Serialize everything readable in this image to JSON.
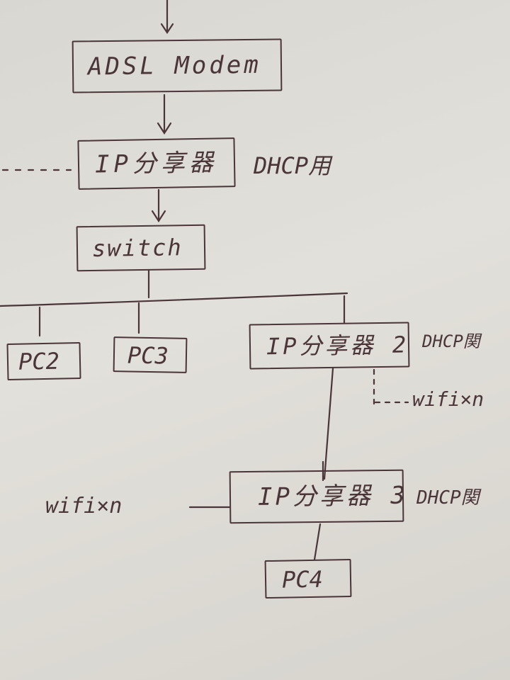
{
  "diagram": {
    "nodes": {
      "modem": "ADSL Modem",
      "ip_sharer_1": "IP分享器",
      "switch": "switch",
      "pc2": "PC2",
      "pc3": "PC3",
      "ip_sharer_2": "IP分享器 2",
      "ip_sharer_3": "IP分享器 3",
      "pc4": "PC4"
    },
    "notes": {
      "dhcp_1": "DHCP用",
      "dhcp_2": "DHCP関",
      "wifi_2": "wifi×n",
      "wifi_3": "wifi×n",
      "dhcp_3": "DHCP関"
    },
    "ink_color": "#4a3538",
    "paper_color": "#dedcd6"
  }
}
